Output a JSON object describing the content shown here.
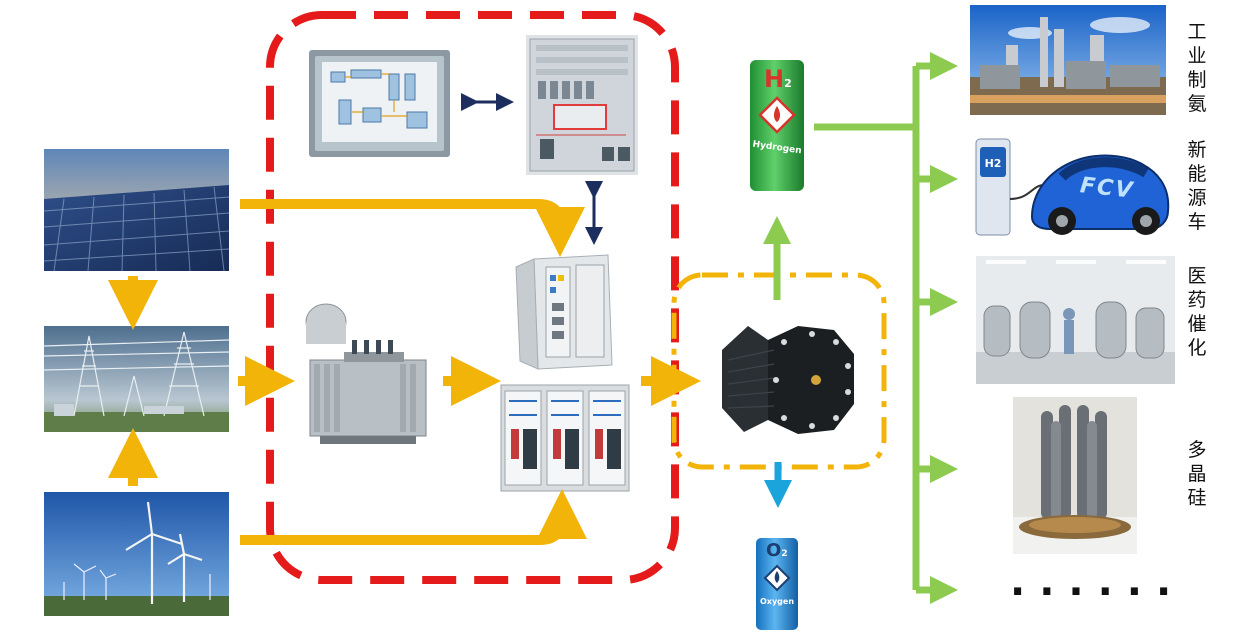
{
  "hydrogen_tank": {
    "formula": "H",
    "subscript": "2",
    "label": "Hydrogen"
  },
  "oxygen_tank": {
    "formula": "O",
    "subscript": "2",
    "label": "Oxygen"
  },
  "applications": [
    {
      "chars": [
        "工",
        "业",
        "制",
        "氨"
      ]
    },
    {
      "chars": [
        "新",
        "能",
        "源",
        "车"
      ]
    },
    {
      "chars": [
        "医",
        "药",
        "催",
        "化"
      ]
    },
    {
      "chars": [
        "多",
        "晶",
        "硅"
      ]
    }
  ],
  "fcv_badge": "FCV",
  "dispenser_badge": "H2",
  "more": "......",
  "colors": {
    "power_arrow": "#F3B40A",
    "hydrogen_arrow": "#8CCB50",
    "oxygen_arrow": "#1BA3DC",
    "control_box": "#E51A1A",
    "electrolyzer_box": "#F3B40A",
    "hydrogen_tank": "#3CB54A",
    "oxygen_tank": "#2590D8",
    "link_arrow": "#1C2E5E"
  }
}
